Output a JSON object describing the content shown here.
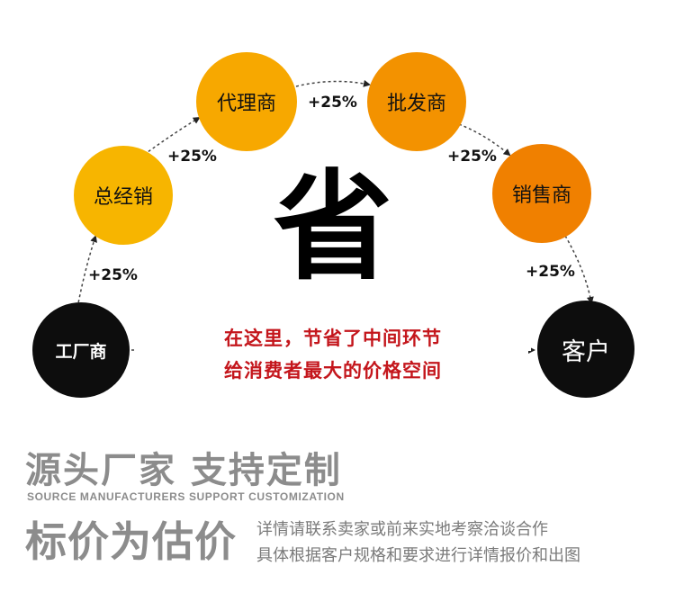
{
  "colors": {
    "factory": "#0d0d0d",
    "distributor": "#f7b500",
    "agent": "#f7a800",
    "wholesaler": "#f39200",
    "retailer": "#f08000",
    "customer": "#0d0d0d",
    "save_text": "#c4161c",
    "gray_text": "#8c8c8c"
  },
  "chain": {
    "factory": "工厂商",
    "distributor": "总经销",
    "agent": "代理商",
    "wholesaler": "批发商",
    "retailer": "销售商",
    "customer": "客户",
    "markups": [
      "+25%",
      "+25%",
      "+25%",
      "+25%",
      "+25%"
    ]
  },
  "center_char": "省",
  "save_message": {
    "line1": "在这里，节省了中间环节",
    "line2": "给消费者最大的价格空间"
  },
  "footer": {
    "heading": "源头厂家  支持定制",
    "subheading": "SOURCE MANUFACTURERS SUPPORT CUSTOMIZATION",
    "price_title": "标价为估价",
    "detail1": "详情请联系卖家或前来实地考察洽谈合作",
    "detail2": "具体根据客户规格和要求进行详情报价和出图"
  }
}
